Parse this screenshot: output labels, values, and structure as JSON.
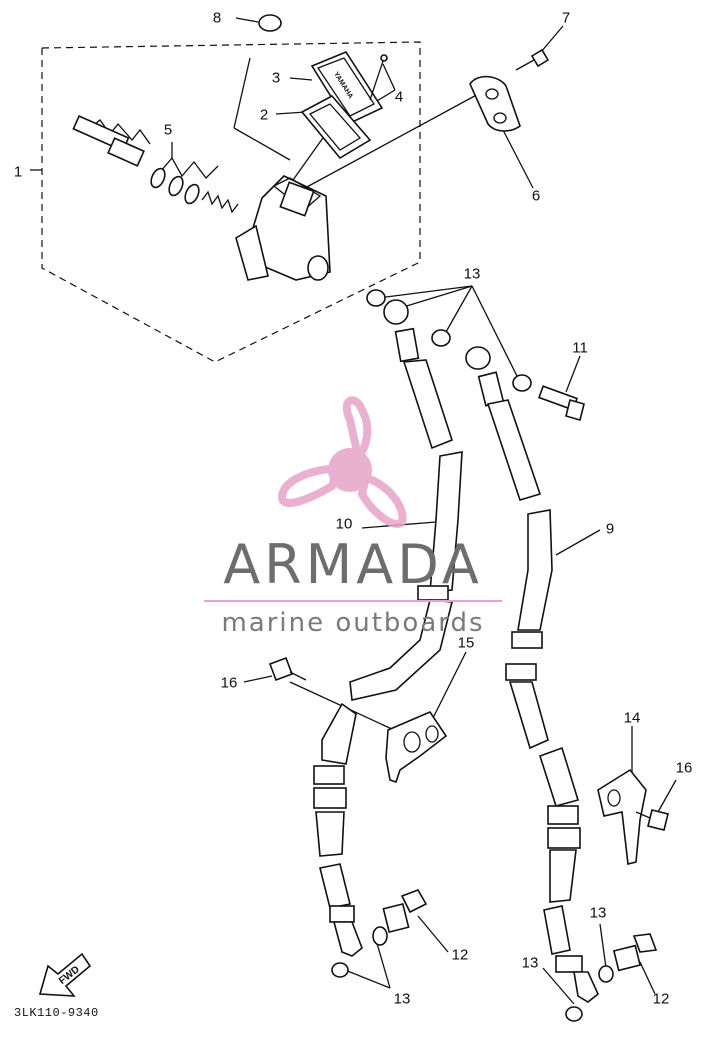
{
  "callouts": {
    "c1": "1",
    "c2": "2",
    "c3": "3",
    "c4": "4",
    "c5": "5",
    "c6": "6",
    "c7": "7",
    "c8": "8",
    "c9": "9",
    "c10": "10",
    "c11": "11",
    "c12a": "12",
    "c12b": "12",
    "c13a": "13",
    "c13b": "13",
    "c13c": "13",
    "c13d": "13",
    "c14": "14",
    "c15": "15",
    "c16a": "16",
    "c16b": "16"
  },
  "part_number": "3LK110-9340",
  "fwd_label": "FWD",
  "cover_marking": "YAMAHA",
  "watermark": {
    "name": "ARMADA",
    "subtitle": "marine outboards"
  },
  "colors": {
    "line": "#111111",
    "watermark_pink": "#e7a3c7",
    "watermark_grey": "#6d6d6d"
  }
}
